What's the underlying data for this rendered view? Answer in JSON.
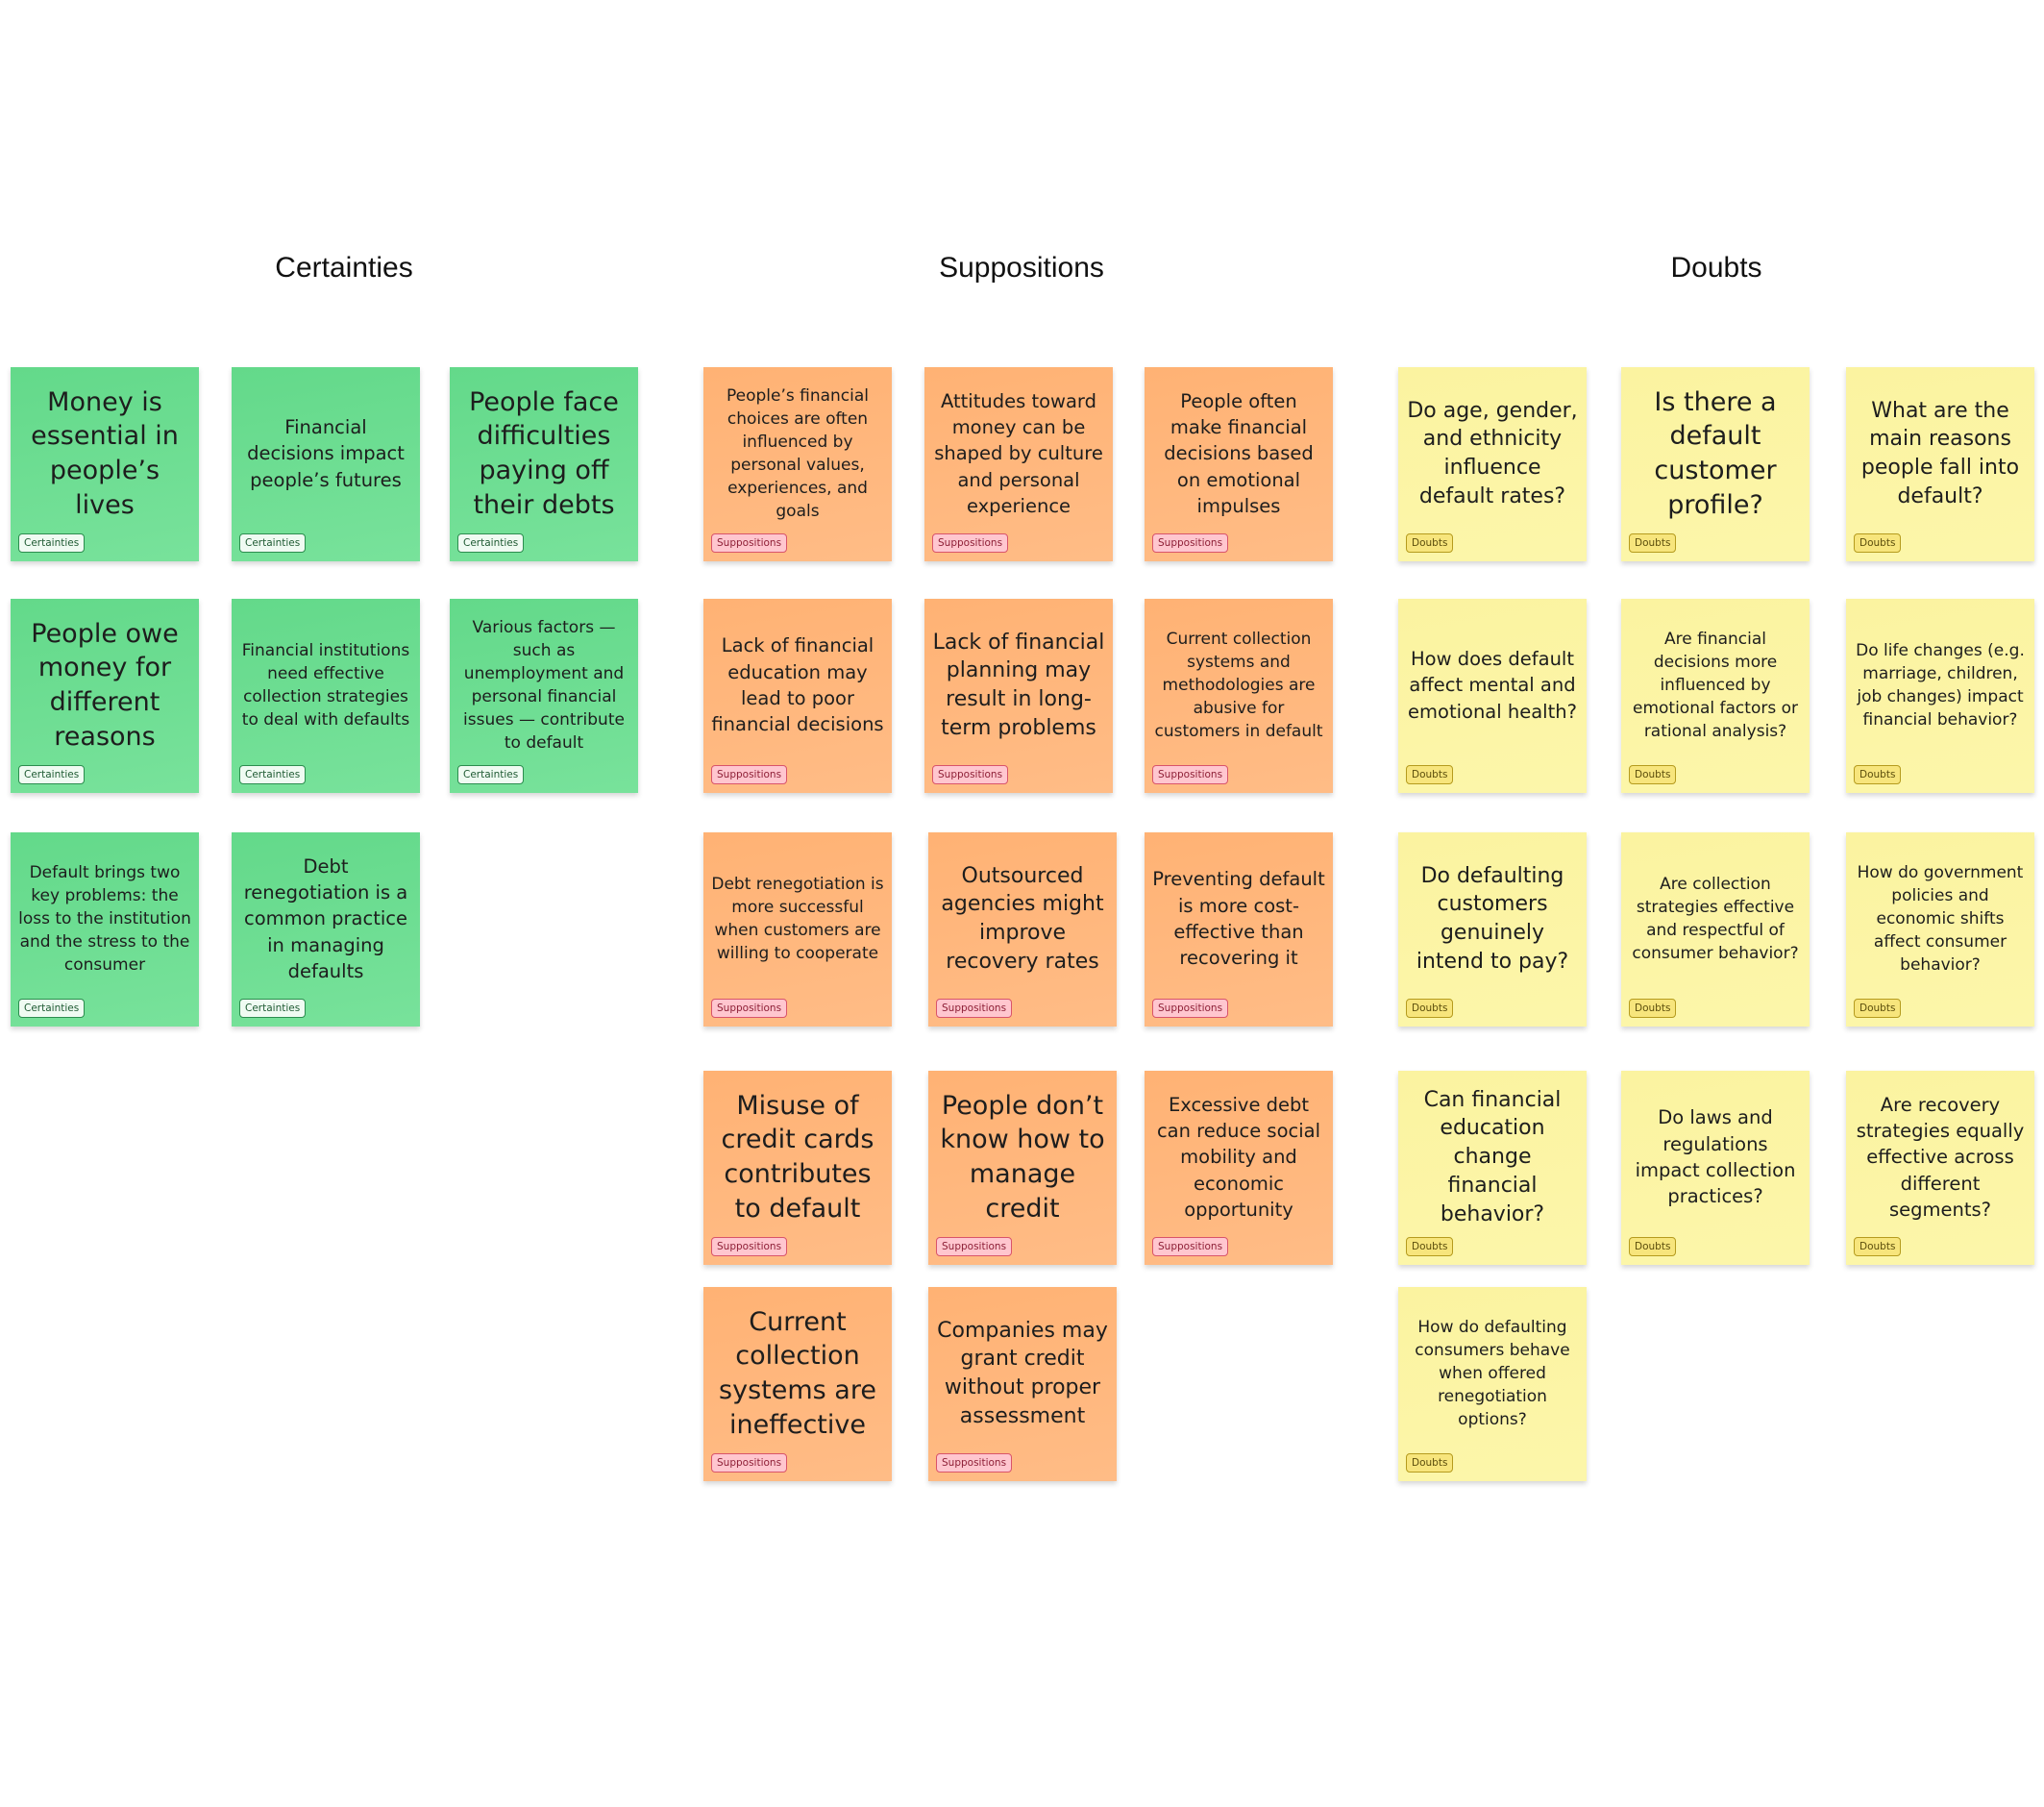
{
  "headings": {
    "certainties": "Certainties",
    "suppositions": "Suppositions",
    "doubts": "Doubts"
  },
  "colors": {
    "certainties_note": "#6edd93",
    "suppositions_note": "#ffb87c",
    "doubts_note": "#fbf4a4"
  },
  "certainties": [
    {
      "text": "Money is essential in people’s lives",
      "tag": "Certainties"
    },
    {
      "text": "Financial decisions impact people’s futures",
      "tag": "Certainties"
    },
    {
      "text": "People face difficulties paying off their debts",
      "tag": "Certainties"
    },
    {
      "text": "People owe money for different reasons",
      "tag": "Certainties"
    },
    {
      "text": "Financial institutions need effective collection strategies to deal with defaults",
      "tag": "Certainties"
    },
    {
      "text": "Various factors — such as unemployment and personal financial issues — contribute to default",
      "tag": "Certainties"
    },
    {
      "text": "Default brings two key problems: the loss to the institution and the stress to the consumer",
      "tag": "Certainties"
    },
    {
      "text": "Debt renegotiation is a common practice in managing defaults",
      "tag": "Certainties"
    }
  ],
  "suppositions": [
    {
      "text": "People’s financial choices are often influenced by personal values, experiences, and goals",
      "tag": "Suppositions"
    },
    {
      "text": "Attitudes toward money can be shaped by culture and personal experience",
      "tag": "Suppositions"
    },
    {
      "text": "People often make financial decisions based on emotional impulses",
      "tag": "Suppositions"
    },
    {
      "text": "Lack of financial education may lead to poor financial decisions",
      "tag": "Suppositions"
    },
    {
      "text": "Lack of financial planning may result in long-term problems",
      "tag": "Suppositions"
    },
    {
      "text": "Current collection systems and methodologies are abusive for customers in default",
      "tag": "Suppositions"
    },
    {
      "text": "Debt renegotiation is more successful when customers are willing to cooperate",
      "tag": "Suppositions"
    },
    {
      "text": "Outsourced agencies might improve recovery rates",
      "tag": "Suppositions"
    },
    {
      "text": "Preventing default is more cost-effective than recovering it",
      "tag": "Suppositions"
    },
    {
      "text": "Misuse of credit cards contributes to default",
      "tag": "Suppositions"
    },
    {
      "text": "People don’t know how to manage credit",
      "tag": "Suppositions"
    },
    {
      "text": "Excessive debt can reduce social mobility and economic opportunity",
      "tag": "Suppositions"
    },
    {
      "text": "Current collection systems are ineffective",
      "tag": "Suppositions"
    },
    {
      "text": "Companies may grant credit without proper assessment",
      "tag": "Suppositions"
    }
  ],
  "doubts": [
    {
      "text": "Do age, gender, and ethnicity influence default rates?",
      "tag": "Doubts"
    },
    {
      "text": "Is there a default customer profile?",
      "tag": "Doubts"
    },
    {
      "text": "What are the main reasons people fall into default?",
      "tag": "Doubts"
    },
    {
      "text": "How does default affect mental and emotional health?",
      "tag": "Doubts"
    },
    {
      "text": "Are financial decisions more influenced by emotional factors or rational analysis?",
      "tag": "Doubts"
    },
    {
      "text": "Do life changes (e.g. marriage, children, job changes) impact financial behavior?",
      "tag": "Doubts"
    },
    {
      "text": "Do defaulting customers genuinely intend to pay?",
      "tag": "Doubts"
    },
    {
      "text": "Are collection strategies effective and respectful of consumer behavior?",
      "tag": "Doubts"
    },
    {
      "text": "How do government policies and economic shifts affect consumer behavior?",
      "tag": "Doubts"
    },
    {
      "text": "Can financial education change financial behavior?",
      "tag": "Doubts"
    },
    {
      "text": "Do laws and regulations impact collection practices?",
      "tag": "Doubts"
    },
    {
      "text": "Are recovery strategies equally effective across different segments?",
      "tag": "Doubts"
    },
    {
      "text": "How do defaulting consumers behave when offered renegotiation options?",
      "tag": "Doubts"
    }
  ]
}
